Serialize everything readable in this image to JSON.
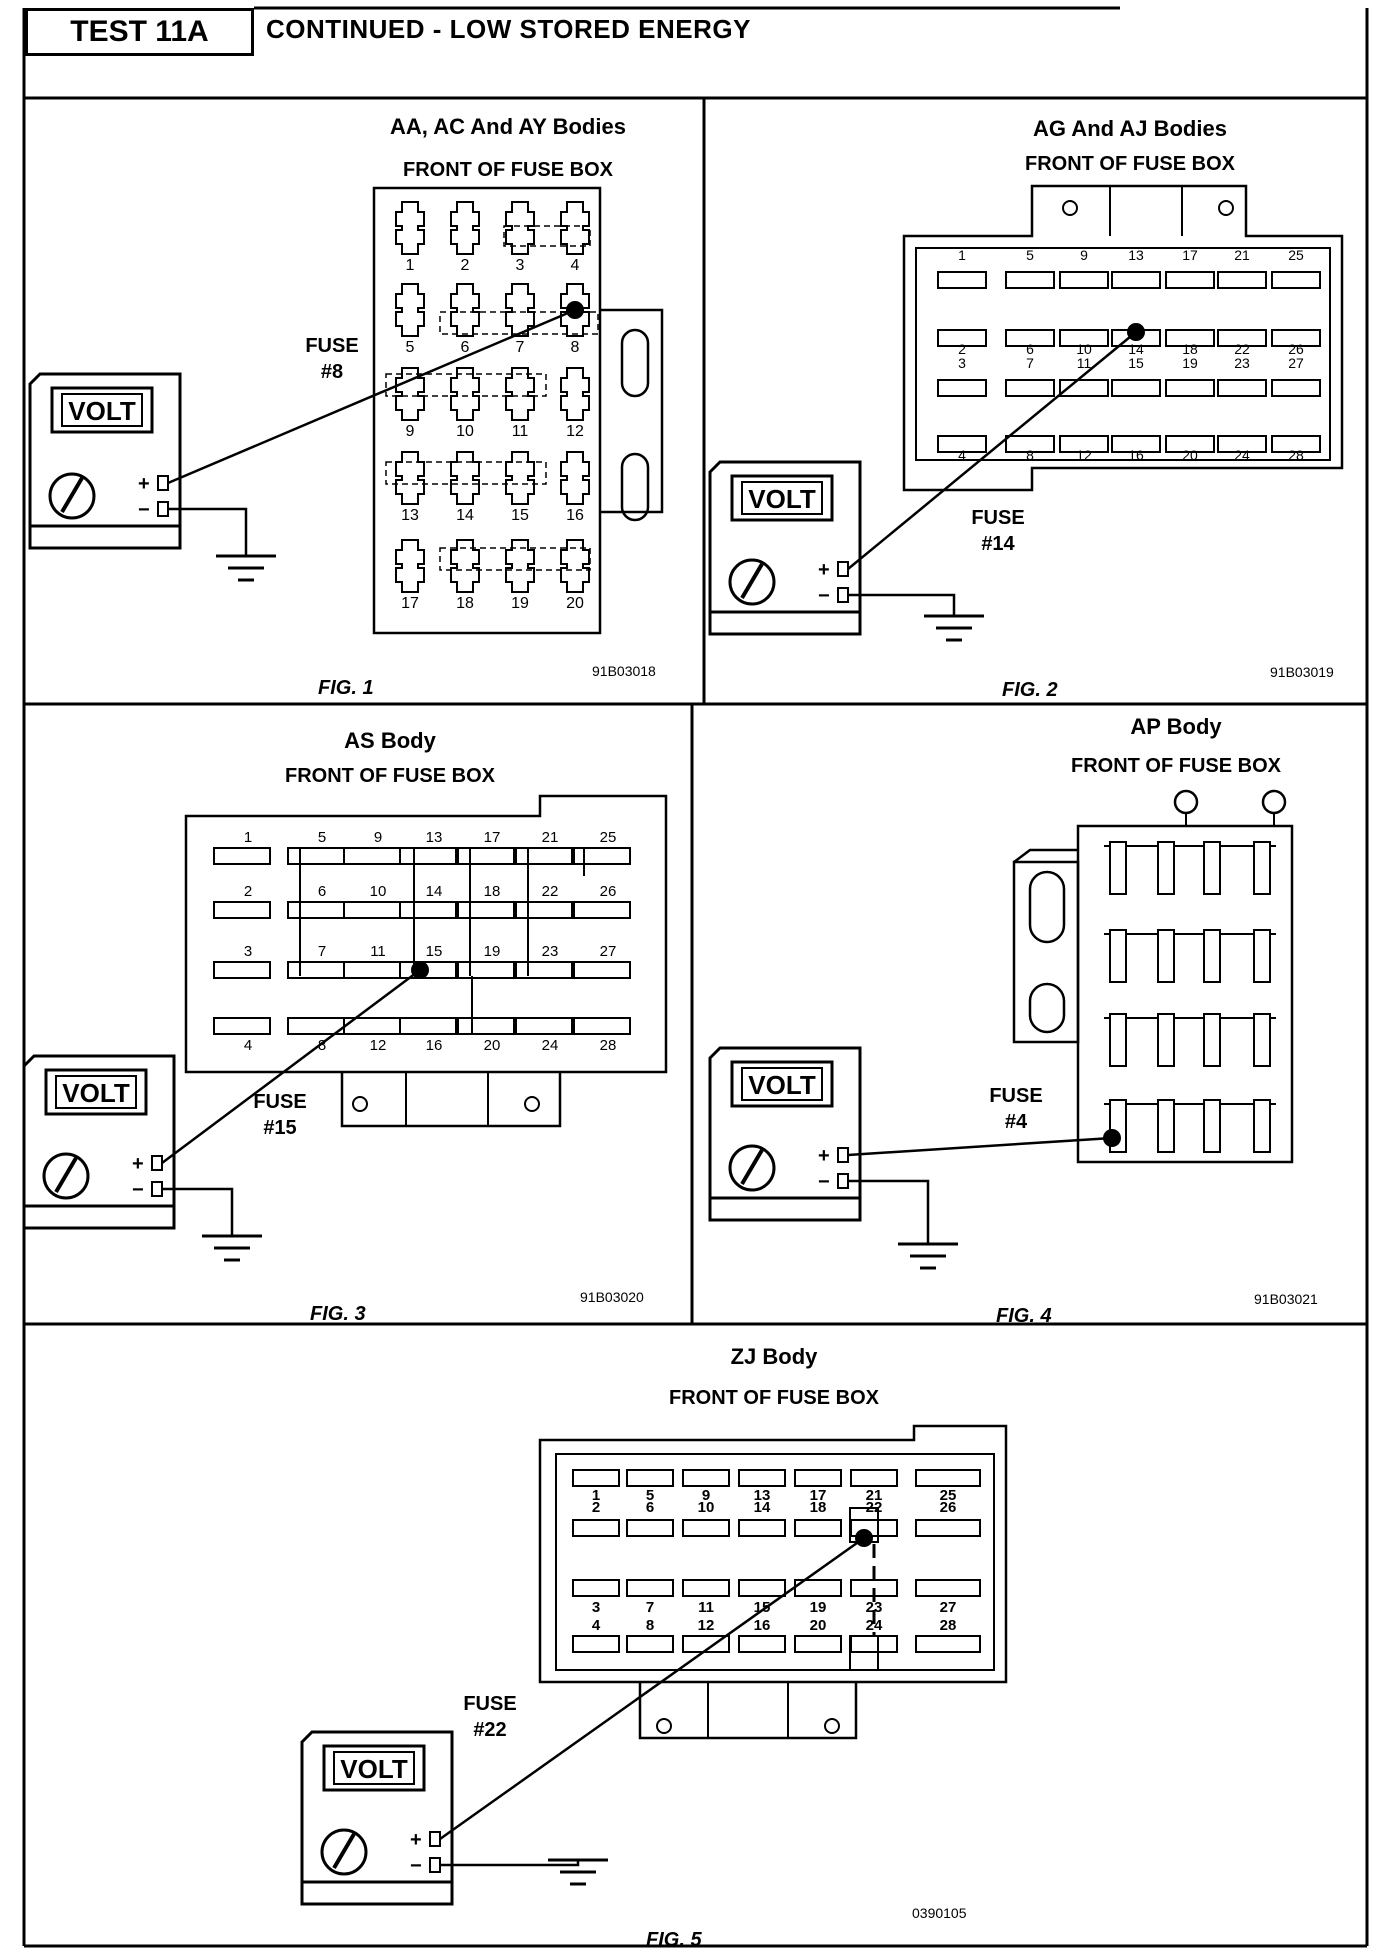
{
  "header": {
    "test_label": "TEST 11A",
    "title": "CONTINUED - LOW STORED ENERGY"
  },
  "meter_label": "VOLT",
  "figures": [
    {
      "title": "AA, AC And AY Bodies",
      "subtitle": "FRONT OF FUSE BOX",
      "fuse_label": "FUSE",
      "fuse_number": "#8",
      "fig_label": "FIG. 1",
      "code": "91B03018",
      "fuses": [
        "1",
        "2",
        "3",
        "4",
        "5",
        "6",
        "7",
        "8",
        "9",
        "10",
        "11",
        "12",
        "13",
        "14",
        "15",
        "16",
        "17",
        "18",
        "19",
        "20"
      ]
    },
    {
      "title": "AG And AJ Bodies",
      "subtitle": "FRONT OF FUSE BOX",
      "fuse_label": "FUSE",
      "fuse_number": "#14",
      "fig_label": "FIG. 2",
      "code": "91B03019",
      "fuses": [
        "1",
        "2",
        "3",
        "4",
        "5",
        "6",
        "7",
        "8",
        "9",
        "10",
        "11",
        "12",
        "13",
        "14",
        "15",
        "16",
        "17",
        "18",
        "19",
        "20",
        "21",
        "22",
        "23",
        "24",
        "25",
        "26",
        "27",
        "28"
      ]
    },
    {
      "title": "AS Body",
      "subtitle": "FRONT OF FUSE BOX",
      "fuse_label": "FUSE",
      "fuse_number": "#15",
      "fig_label": "FIG. 3",
      "code": "91B03020",
      "fuses": [
        "1",
        "2",
        "3",
        "4",
        "5",
        "6",
        "7",
        "8",
        "9",
        "10",
        "11",
        "12",
        "13",
        "14",
        "15",
        "16",
        "17",
        "18",
        "19",
        "20",
        "21",
        "22",
        "23",
        "24",
        "25",
        "26",
        "27",
        "28"
      ]
    },
    {
      "title": "AP Body",
      "subtitle": "FRONT OF FUSE BOX",
      "fuse_label": "FUSE",
      "fuse_number": "#4",
      "fig_label": "FIG. 4",
      "code": "91B03021"
    },
    {
      "title": "ZJ Body",
      "subtitle": "FRONT OF FUSE BOX",
      "fuse_label": "FUSE",
      "fuse_number": "#22",
      "fig_label": "FIG. 5",
      "code": "0390105",
      "fuses": [
        "1",
        "2",
        "3",
        "4",
        "5",
        "6",
        "7",
        "8",
        "9",
        "10",
        "11",
        "12",
        "13",
        "14",
        "15",
        "16",
        "17",
        "18",
        "19",
        "20",
        "21",
        "22",
        "23",
        "24",
        "25",
        "26",
        "27",
        "28"
      ]
    }
  ]
}
